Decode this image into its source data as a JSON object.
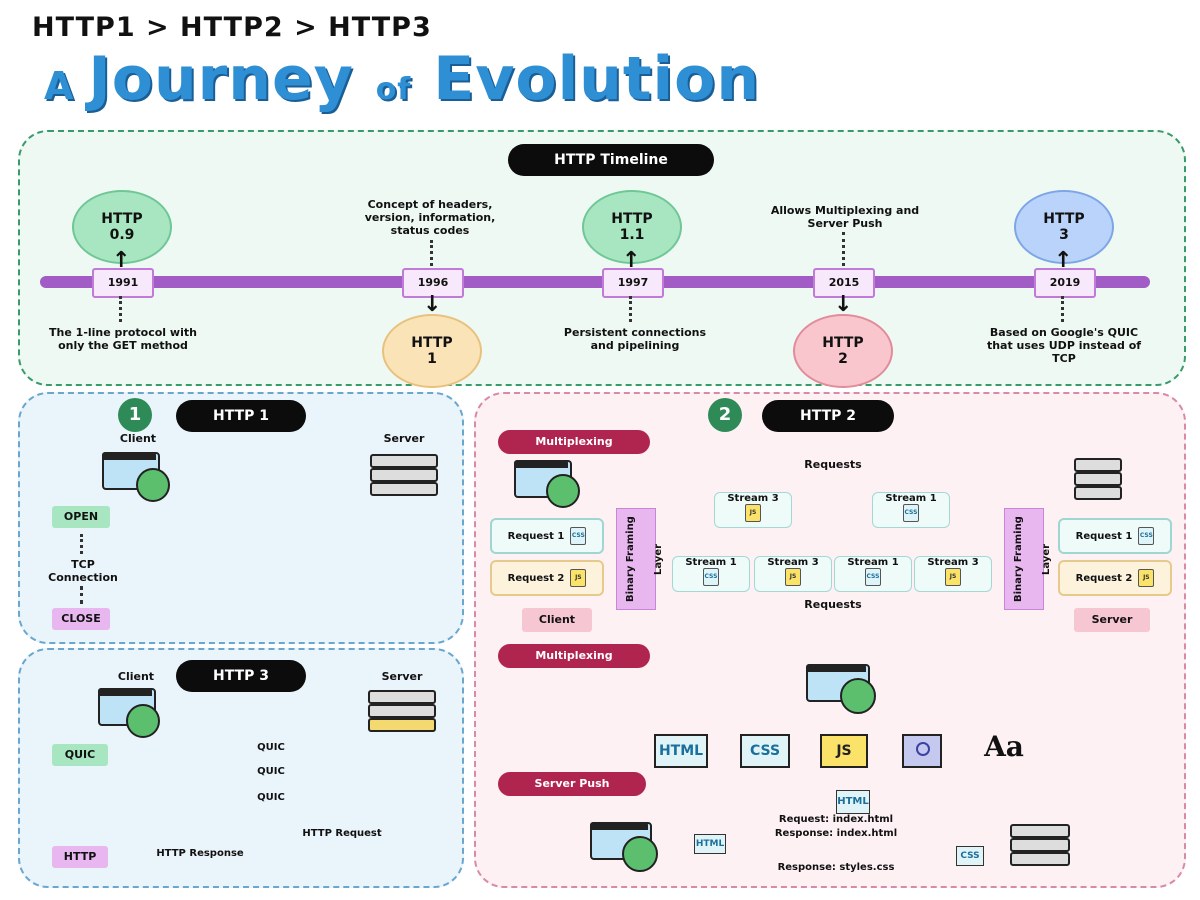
{
  "header": {
    "versions": "HTTP1 > HTTP2 > HTTP3",
    "title_a": "A",
    "title_journey": "Journey",
    "title_of": "of",
    "title_evolution": "Evolution"
  },
  "timeline": {
    "title": "HTTP Timeline",
    "versions": [
      {
        "line1": "HTTP",
        "line2": "0.9",
        "year": "1991",
        "note": "The 1-line protocol with only the GET method"
      },
      {
        "line1": "HTTP",
        "line2": "1",
        "year": "1996",
        "note": "Concept of headers, version, information, status codes"
      },
      {
        "line1": "HTTP",
        "line2": "1.1",
        "year": "1997",
        "note": "Persistent connections and pipelining"
      },
      {
        "line1": "HTTP",
        "line2": "2",
        "year": "2015",
        "note": "Allows Multiplexing and Server Push"
      },
      {
        "line1": "HTTP",
        "line2": "3",
        "year": "2019",
        "note": "Based on Google's QUIC that uses UDP instead of TCP"
      }
    ]
  },
  "http1": {
    "badge": "1",
    "title": "HTTP 1",
    "client": "Client",
    "server": "Server",
    "open": "OPEN",
    "tcp": "TCP Connection",
    "close": "CLOSE"
  },
  "http3": {
    "title": "HTTP 3",
    "client": "Client",
    "server": "Server",
    "quic_label": "QUIC",
    "http_label": "HTTP",
    "quic_msg1": "QUIC",
    "quic_msg2": "QUIC",
    "quic_msg3": "QUIC",
    "request": "HTTP Request",
    "response": "HTTP Response"
  },
  "http2": {
    "badge": "2",
    "title": "HTTP 2",
    "multiplexing1": "Multiplexing",
    "requests_top": "Requests",
    "requests_bottom": "Requests",
    "stream3_top": "Stream 3",
    "stream1_top": "Stream 1",
    "streams_row": [
      "Stream 1",
      "Stream 3",
      "Stream 1",
      "Stream 3"
    ],
    "request1": "Request 1",
    "request2": "Request 2",
    "server_request1": "Request 1",
    "server_request2": "Request 2",
    "bfl_left": "Binary Framing Layer",
    "bfl_right": "Binary Framing Layer",
    "client": "Client",
    "server": "Server",
    "multiplexing2": "Multiplexing",
    "files": [
      "HTML",
      "CSS",
      "JS"
    ],
    "font_icon": "Aa",
    "server_push": "Server Push",
    "push_html": "HTML",
    "push_request": "Request: index.html",
    "push_response": "Response: index.html",
    "push_response_css": "Response: styles.css",
    "push_html2": "HTML",
    "push_css": "CSS"
  },
  "file_labels": {
    "css": "CSS",
    "js": "JS"
  },
  "colors": {
    "accent_blue": "#2f8fd4",
    "timeline_purple": "#a15cc6",
    "green_panel": "#2e8b57",
    "maroon": "#b0254f"
  }
}
